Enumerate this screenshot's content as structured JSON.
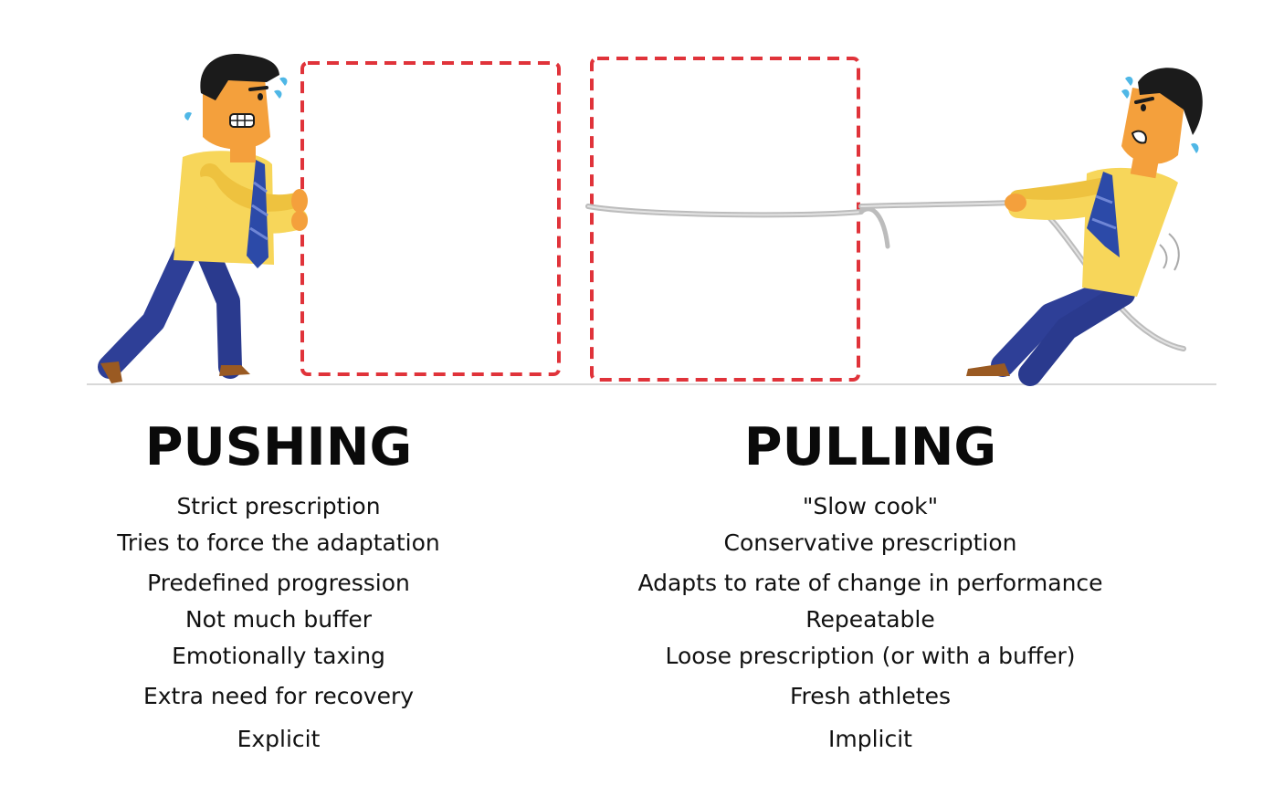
{
  "colors": {
    "dashed_box": "#e0333a",
    "skin": "#f4a03c",
    "shirt": "#f7d65a",
    "shirt_shade": "#eec23f",
    "pants": "#2e3f97",
    "tie": "#2c4aa8",
    "hair": "#1b1b1b",
    "shoe": "#9a5a22",
    "rope": "#c9c9c9",
    "sweat": "#4fb7e6",
    "ground": "#d8d8d8"
  },
  "icons": {
    "left_figure": "pushing-man-icon",
    "right_figure": "pulling-man-icon",
    "rope": "rope-icon"
  },
  "pushing": {
    "heading": "PUSHING",
    "items": [
      "Strict prescription",
      "Tries to force the adaptation",
      "Predefined progression",
      "Not much buffer",
      "Emotionally taxing",
      "Extra need for recovery",
      "Explicit"
    ]
  },
  "pulling": {
    "heading": "PULLING",
    "items": [
      "\"Slow cook\"",
      "Conservative prescription",
      "Adapts to rate of change in performance",
      "Repeatable",
      "Loose prescription (or with a buffer)",
      "Fresh athletes",
      "Implicit"
    ]
  }
}
